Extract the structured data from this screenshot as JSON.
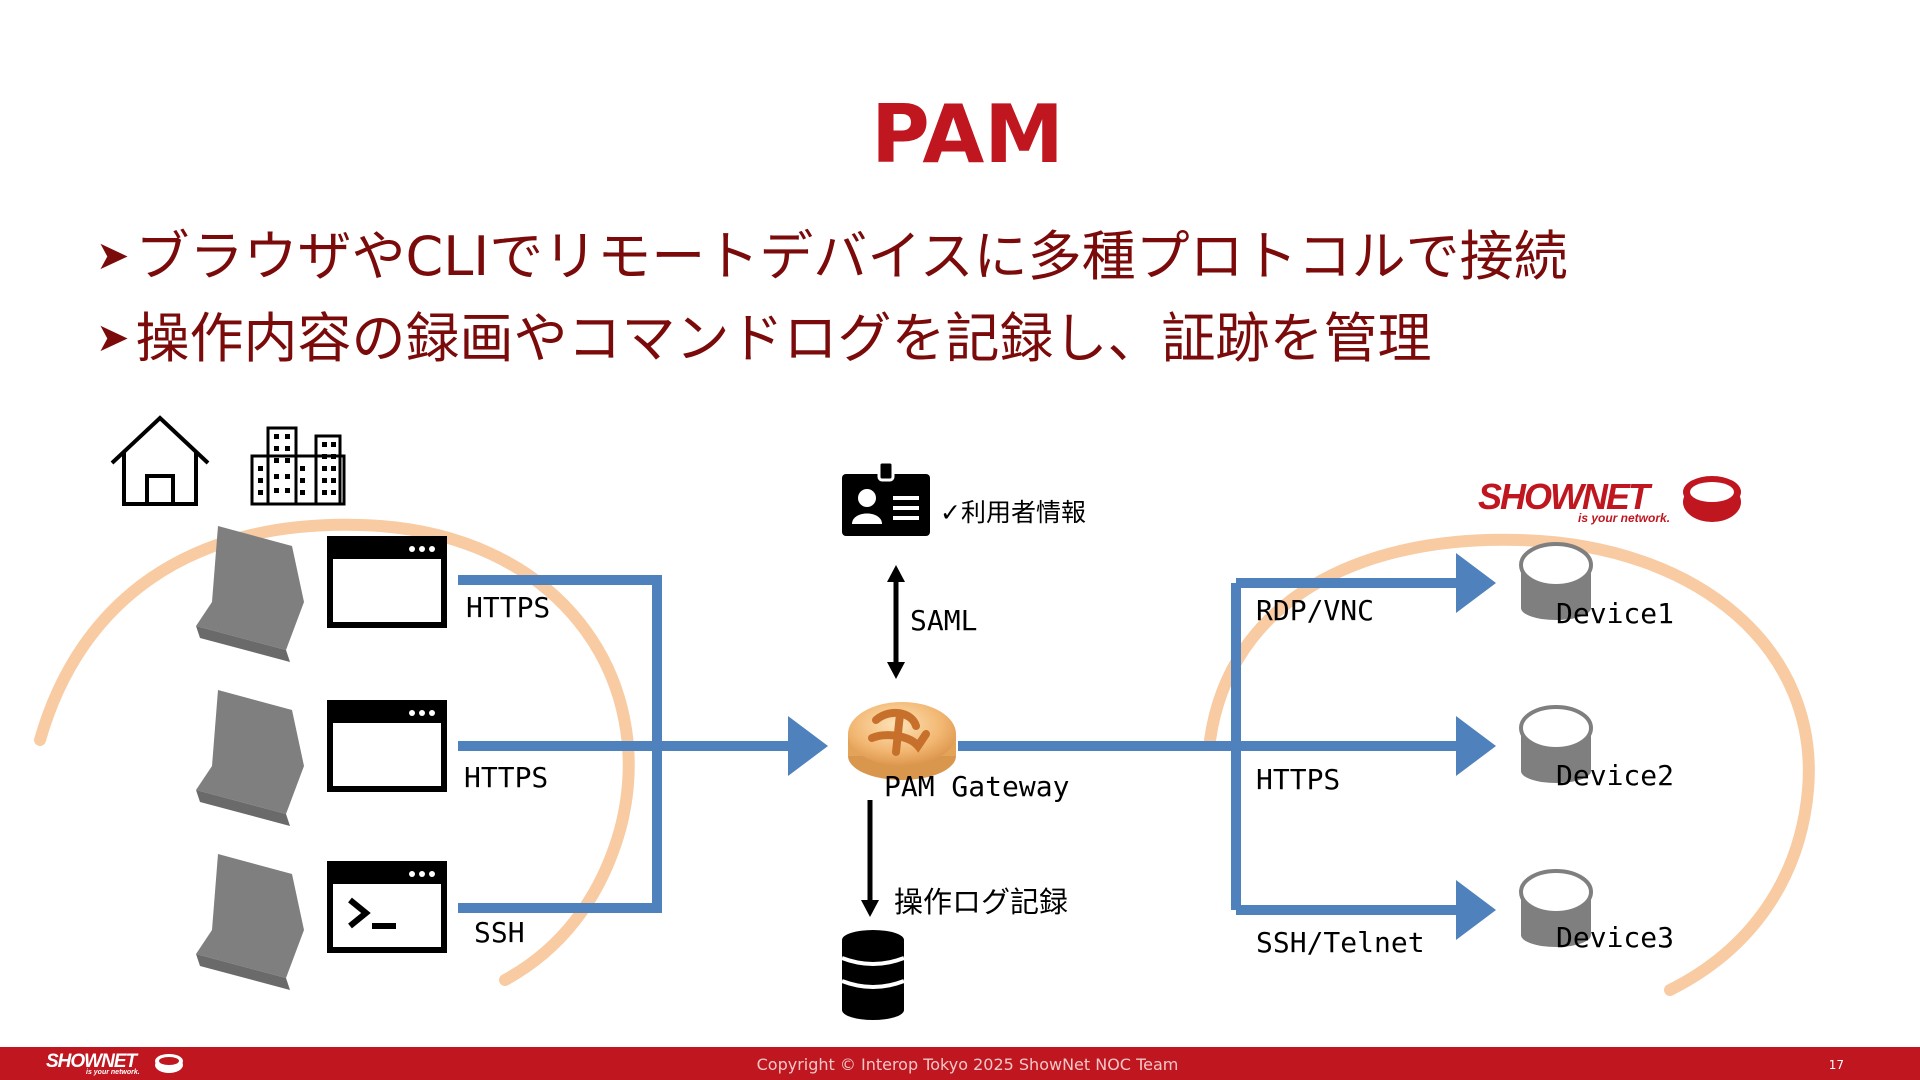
{
  "slide": {
    "title": "PAM",
    "bullet_marker": "➤",
    "bullets": [
      "ブラウザやCLIでリモートデバイスに多種プロトコルで接続",
      "操作内容の録画やコマンドログを記録し、証跡を管理"
    ]
  },
  "diagram": {
    "client_protocols": [
      "HTTPS",
      "HTTPS",
      "SSH"
    ],
    "idp_label": "✓利用者情報",
    "idp_protocol": "SAML",
    "gateway_label": "PAM Gateway",
    "log_label": "操作ログ記録",
    "device_protocols": [
      "RDP/VNC",
      "HTTPS",
      "SSH/Telnet"
    ],
    "devices": [
      "Device1",
      "Device2",
      "Device3"
    ],
    "shownet_logo": "SHOWNET",
    "shownet_tagline": "is your network.",
    "icons": [
      "home-icon",
      "office-building-icon",
      "laptop-icon",
      "browser-window-icon",
      "terminal-window-icon",
      "id-card-icon",
      "gateway-puck-icon",
      "database-icon",
      "device-cylinder-icon"
    ],
    "colors": {
      "arrow": "#4f81bd",
      "ellipse": "#f8cba2",
      "title": "#c0161f",
      "bullets": "#7b0a0a",
      "laptop": "#7f7f7f"
    }
  },
  "footer": {
    "logo": "SHOWNET",
    "logo_tagline": "is your network.",
    "copyright": "Copyright © Interop Tokyo 2025 ShowNet NOC Team",
    "page_number": "17",
    "color": "#c0161f"
  }
}
